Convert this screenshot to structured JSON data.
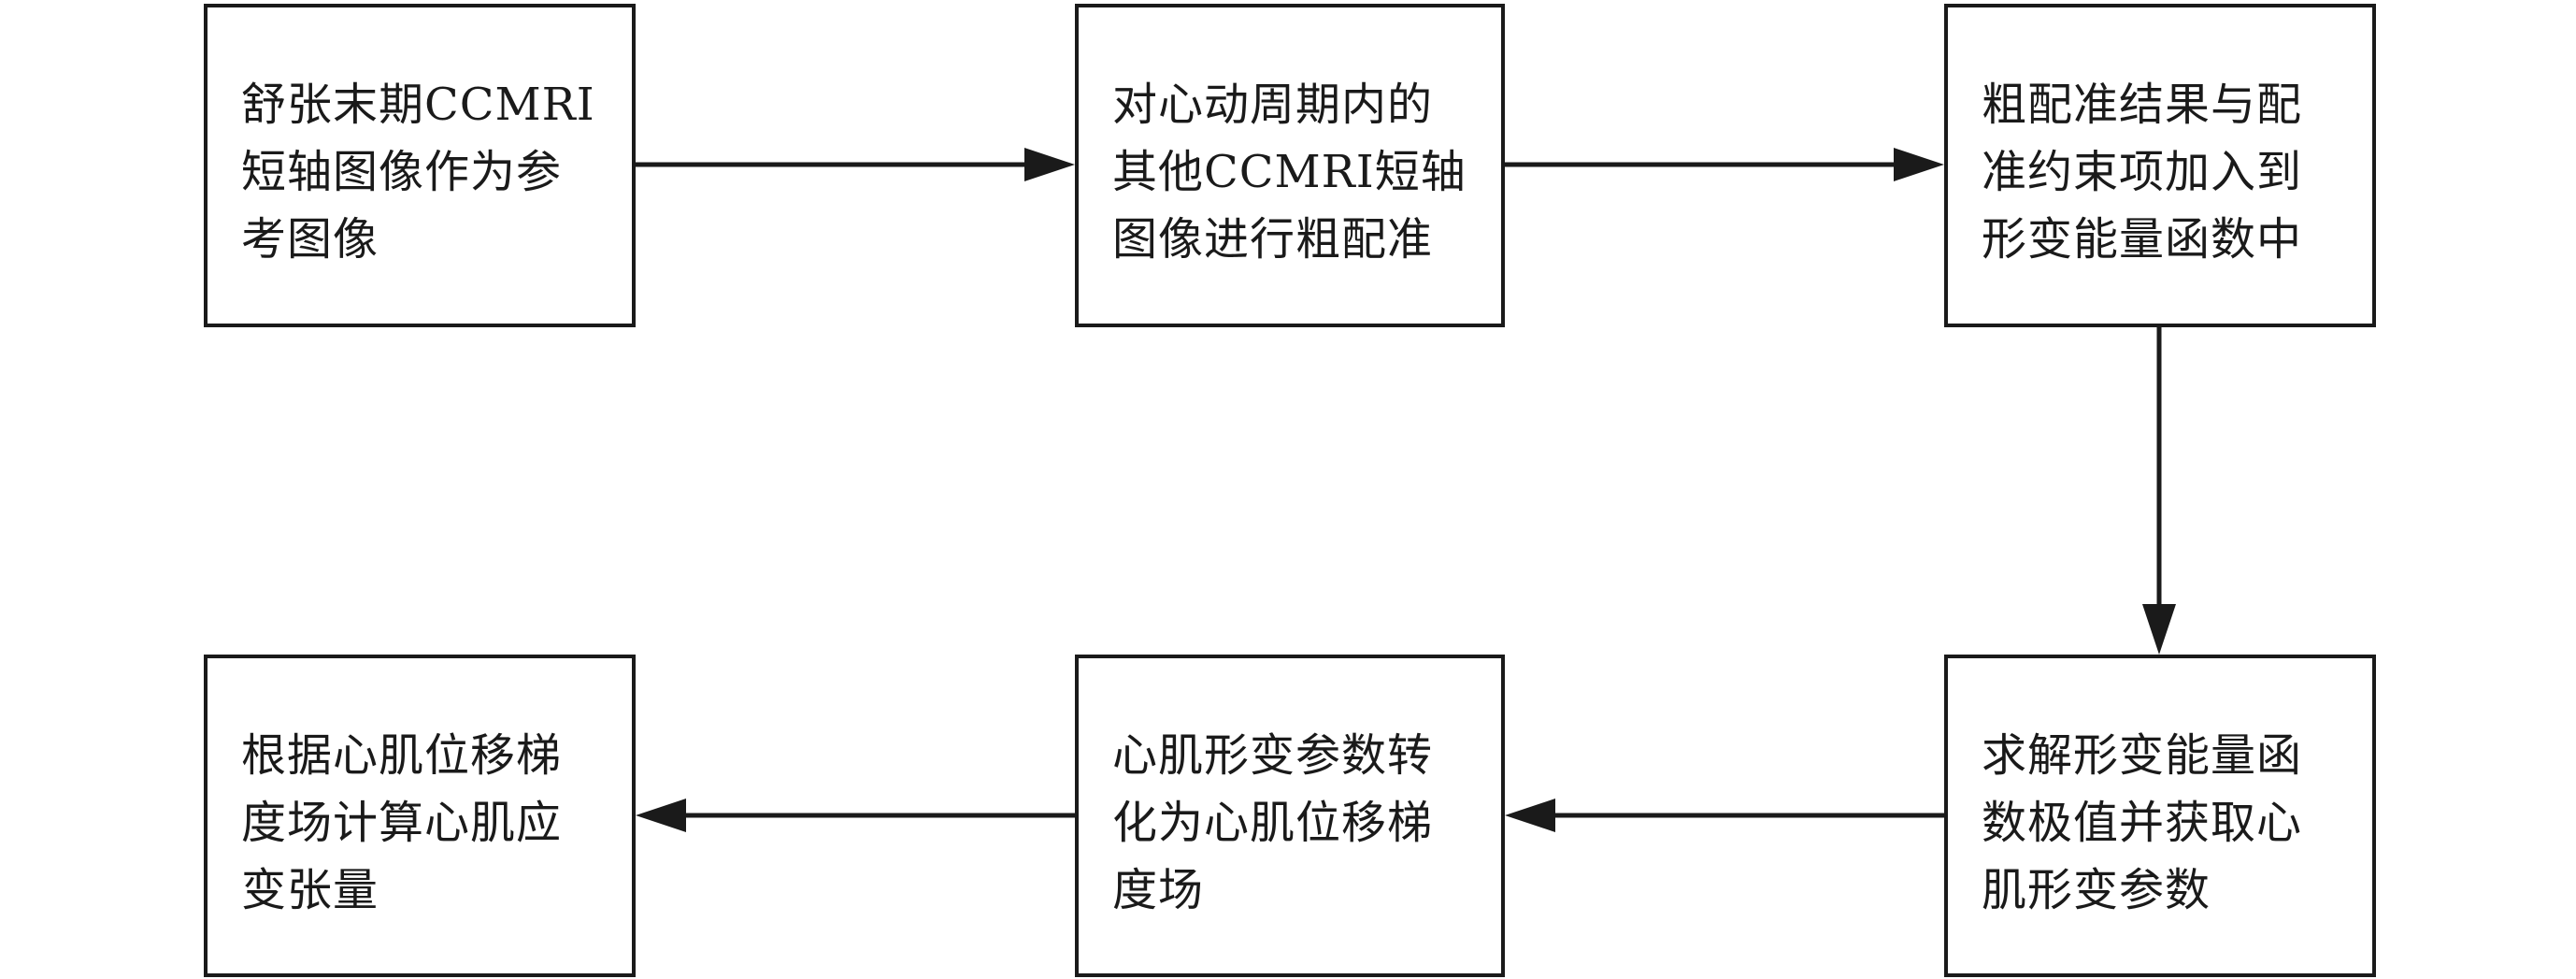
{
  "steps": [
    {
      "id": "step-1",
      "text": "舒张末期CCMRI短轴图像作为参考图像"
    },
    {
      "id": "step-2",
      "text": "对心动周期内的其他CCMRI短轴图像进行粗配准"
    },
    {
      "id": "step-3",
      "text": "粗配准结果与配准约束项加入到形变能量函数中"
    },
    {
      "id": "step-4",
      "text": "求解形变能量函数极值并获取心肌形变参数"
    },
    {
      "id": "step-5",
      "text": "心肌形变参数转化为心肌位移梯度场"
    },
    {
      "id": "step-6",
      "text": "根据心肌位移梯度场计算心肌应变张量"
    }
  ],
  "colors": {
    "stroke": "#1a1a1a",
    "background": "#ffffff"
  }
}
